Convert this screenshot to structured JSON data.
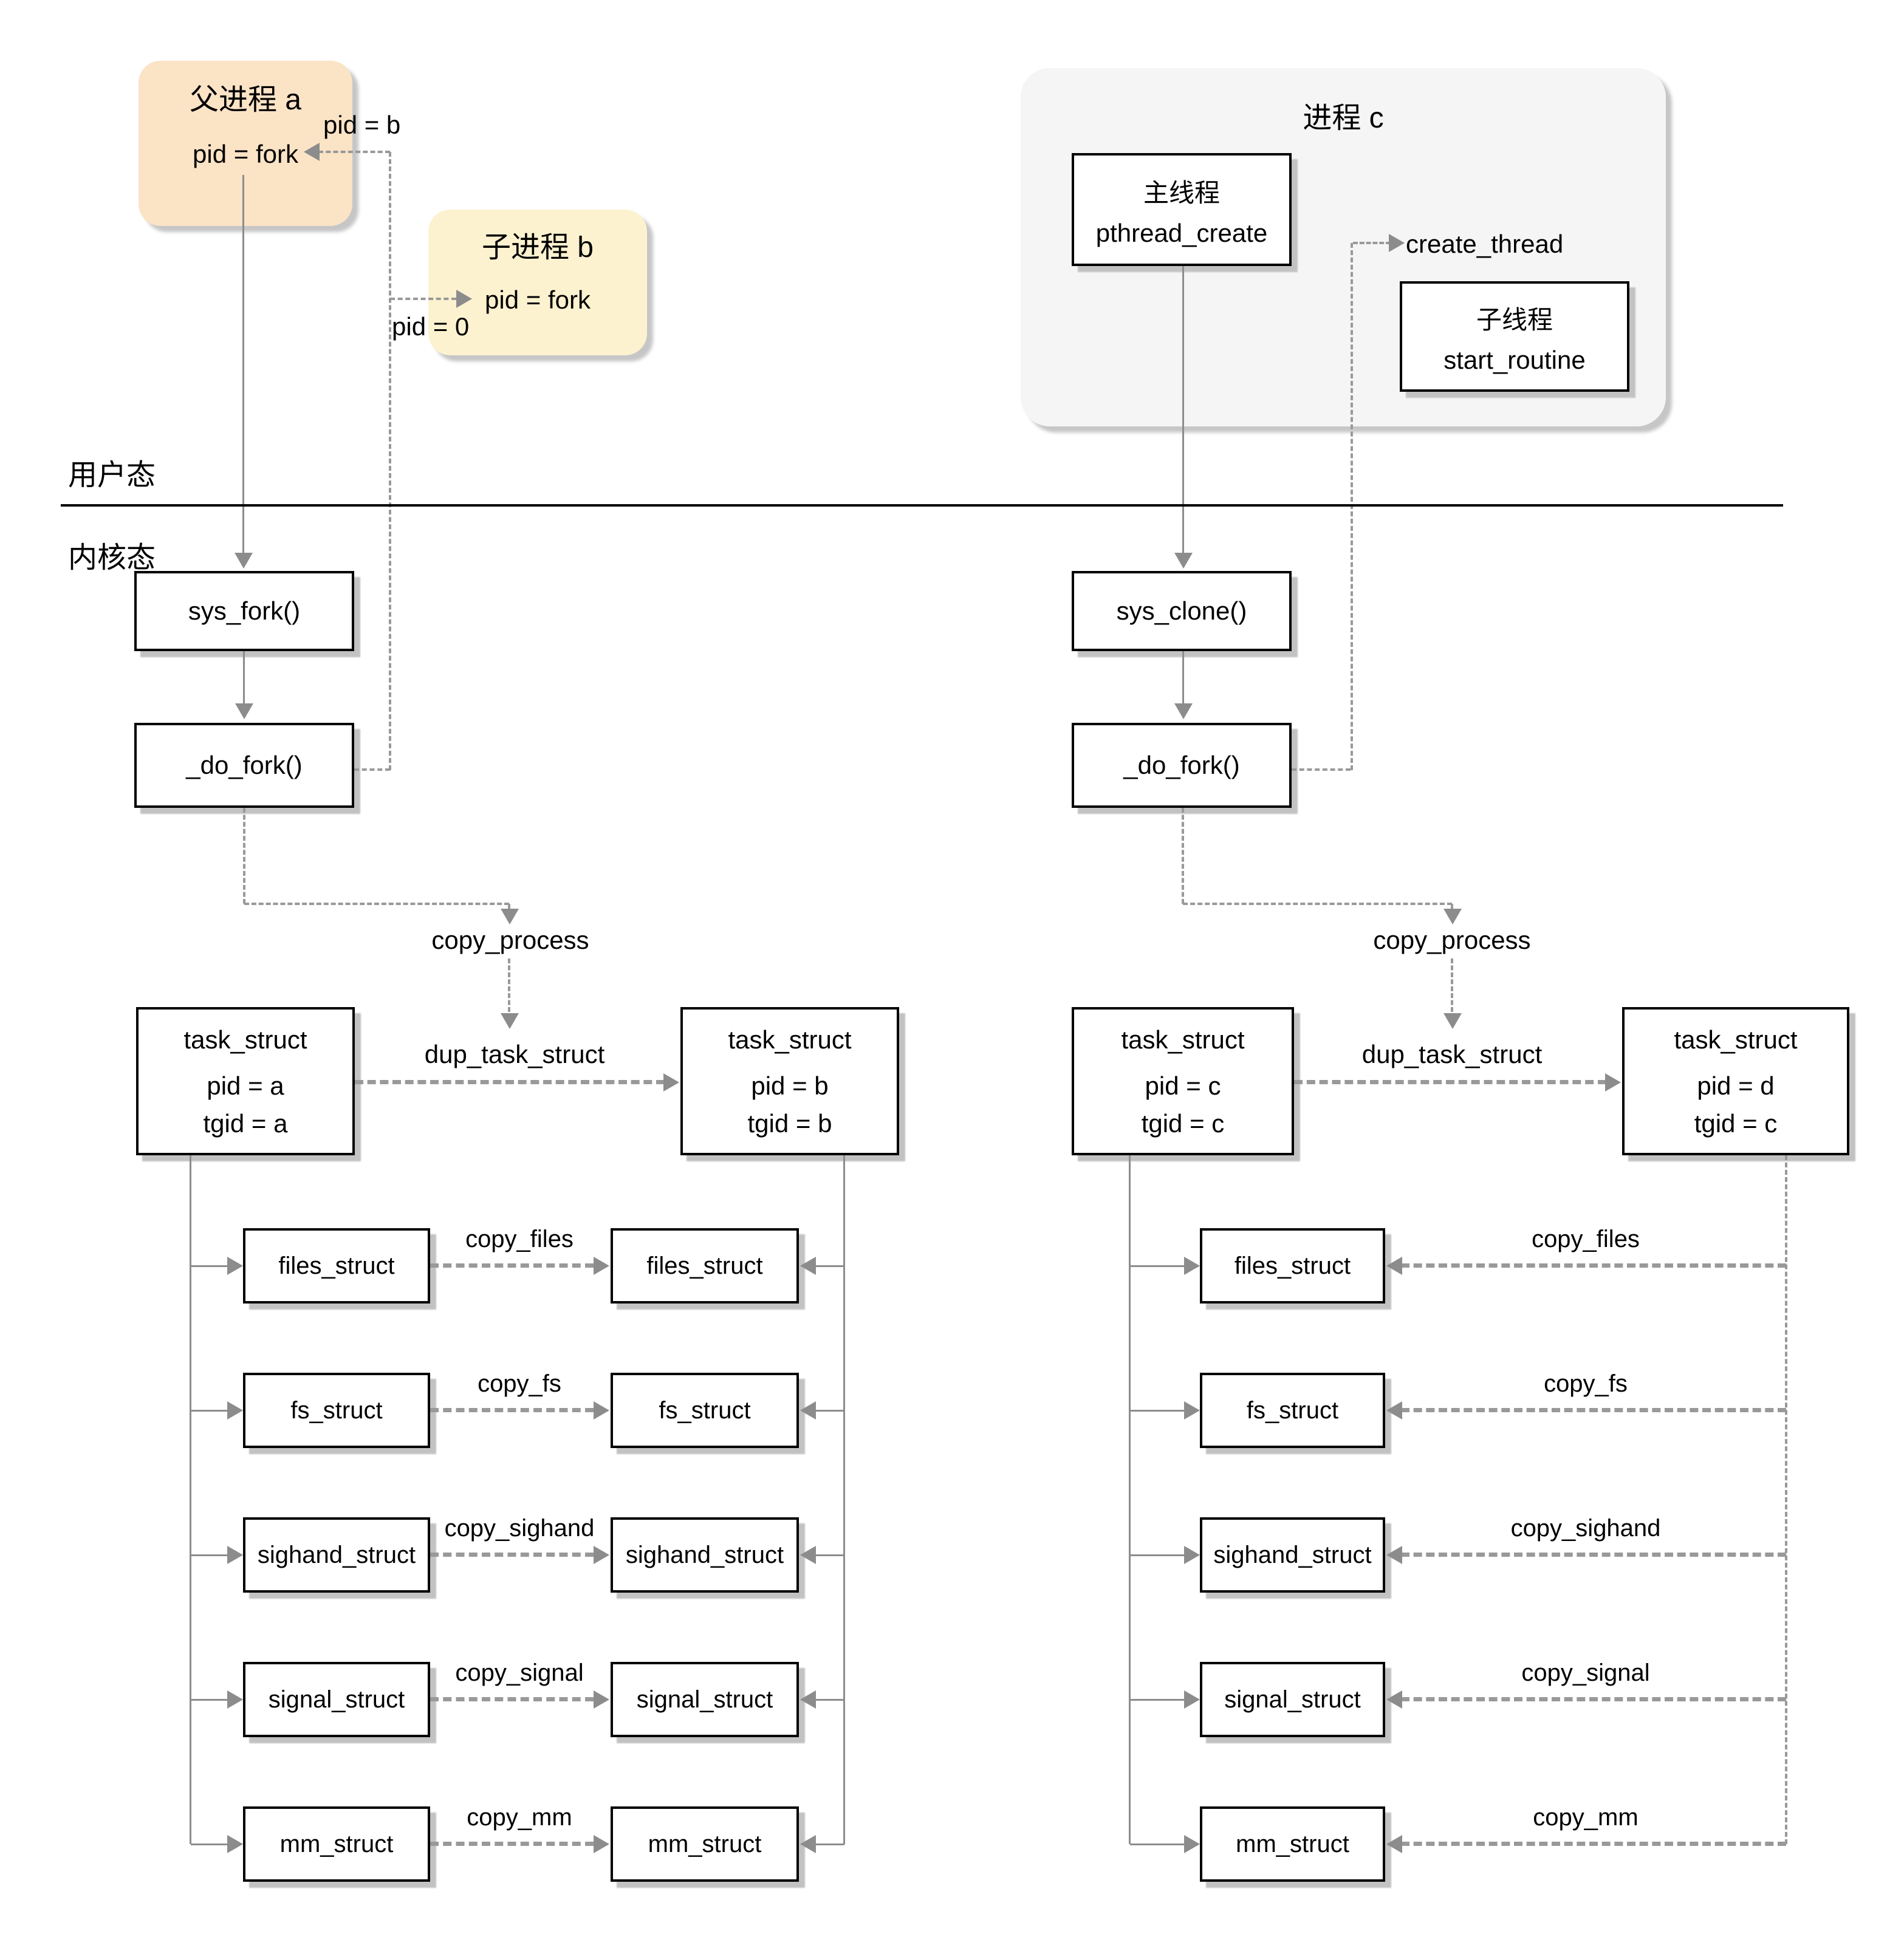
{
  "user_space": {
    "mode_label_user": "用户态",
    "mode_label_kernel": "内核态",
    "parent_box": {
      "title": "父进程 a",
      "body": "pid = fork"
    },
    "child_box": {
      "title": "子进程 b",
      "body": "pid = fork"
    },
    "return_labels": {
      "pid_b": "pid = b",
      "pid_0": "pid = 0"
    },
    "process_c": {
      "title": "进程 c",
      "main_thread": {
        "title": "主线程",
        "body": "pthread_create"
      },
      "sub_thread": {
        "title": "子线程",
        "body": "start_routine"
      },
      "create_thread_label": "create_thread"
    }
  },
  "kernel": {
    "left": {
      "sys_call": "sys_fork()",
      "do_fork": "_do_fork()",
      "copy_process": "copy_process",
      "dup_task_struct": "dup_task_struct",
      "task_parent": {
        "title": "task_struct",
        "pid": "pid = a",
        "tgid": "tgid = a"
      },
      "task_child": {
        "title": "task_struct",
        "pid": "pid = b",
        "tgid": "tgid = b"
      }
    },
    "right": {
      "sys_call": "sys_clone()",
      "do_fork": "_do_fork()",
      "copy_process": "copy_process",
      "dup_task_struct": "dup_task_struct",
      "task_parent": {
        "title": "task_struct",
        "pid": "pid = c",
        "tgid": "tgid = c"
      },
      "task_child": {
        "title": "task_struct",
        "pid": "pid = d",
        "tgid": "tgid = c"
      }
    },
    "struct_rows": [
      {
        "name": "files_struct",
        "copy_label": "copy_files"
      },
      {
        "name": "fs_struct",
        "copy_label": "copy_fs"
      },
      {
        "name": "sighand_struct",
        "copy_label": "copy_sighand"
      },
      {
        "name": "signal_struct",
        "copy_label": "copy_signal"
      },
      {
        "name": "mm_struct",
        "copy_label": "copy_mm"
      }
    ]
  },
  "colors": {
    "parent_fill": "#fbe3c6",
    "child_fill": "#fdf2cf",
    "process_fill": "#f5f5f5",
    "solid_line": "#8c8c8c",
    "dashed_line": "#999999"
  }
}
